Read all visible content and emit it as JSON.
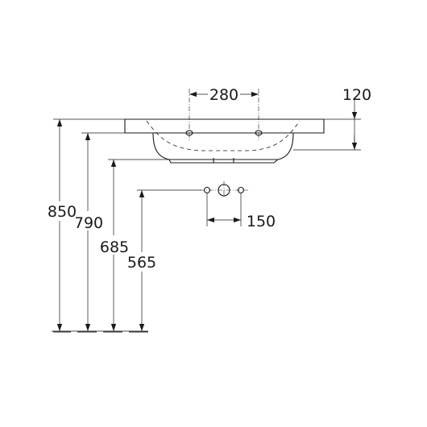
{
  "dimensions": {
    "hole_spacing": "280",
    "basin_depth": "120",
    "height_total": "850",
    "height_underside": "790",
    "height_trap": "685",
    "height_outlet": "565",
    "outlet_spacing": "150"
  }
}
